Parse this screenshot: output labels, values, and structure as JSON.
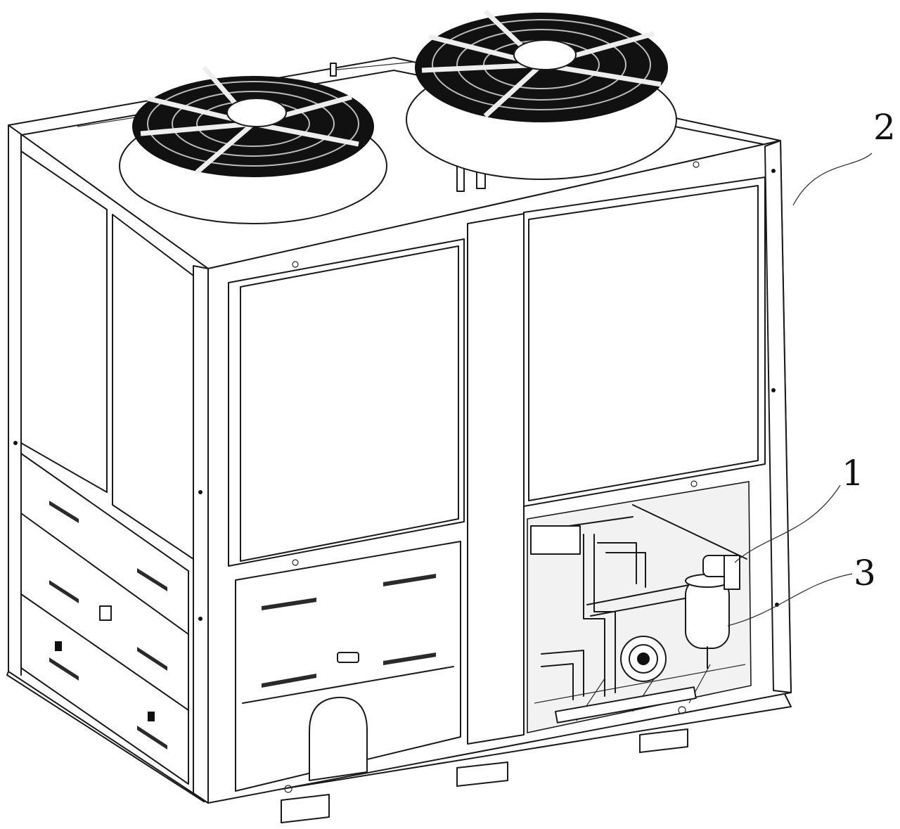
{
  "figure": {
    "labels": [
      {
        "id": "1",
        "text": "1"
      },
      {
        "id": "2",
        "text": "2"
      },
      {
        "id": "3",
        "text": "3"
      }
    ]
  },
  "colors": {
    "line": "#1a1a1a",
    "background": "#ffffff",
    "fan_dark": "#111111"
  }
}
